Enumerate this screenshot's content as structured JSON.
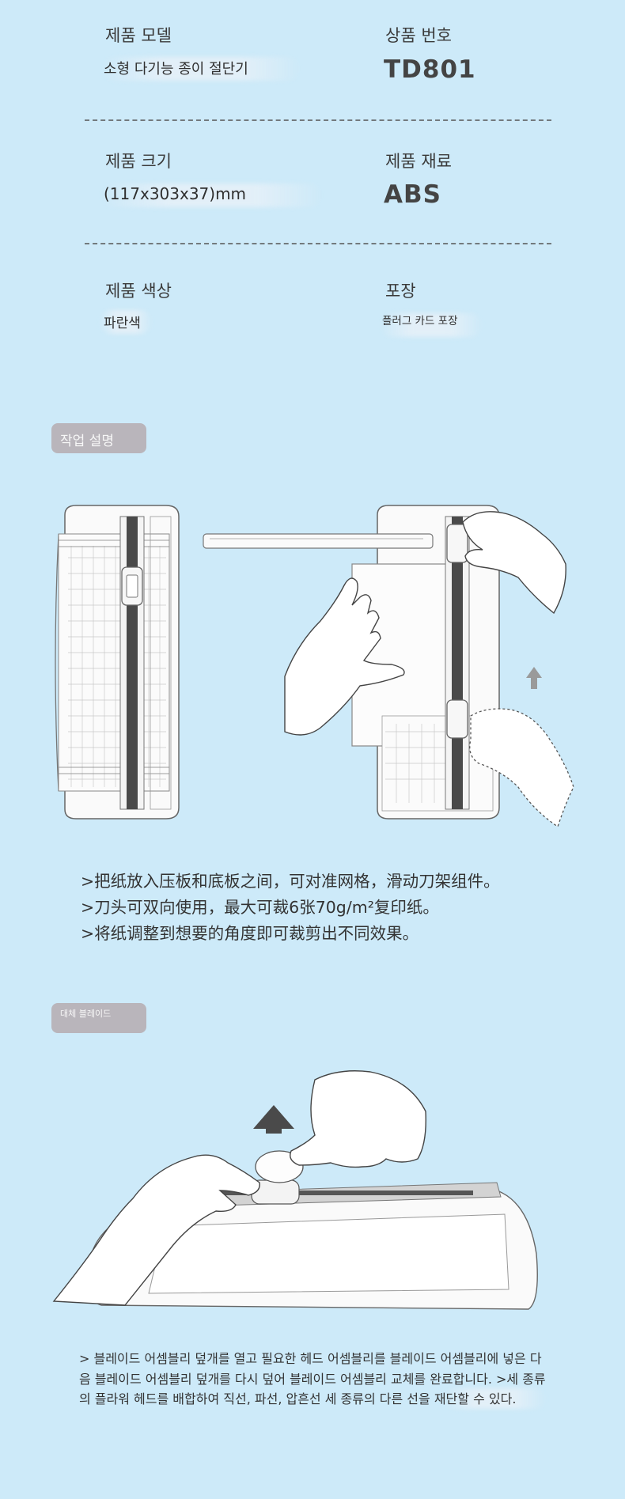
{
  "specs": {
    "model_label": "제품 모델",
    "model_value": "소형 다기능 종이 절단기",
    "number_label": "상품 번호",
    "number_value": "TD801",
    "size_label": "제품 크기",
    "size_value": "(117x303x37)mm",
    "material_label": "제품 재료",
    "material_value": "ABS",
    "color_label": "제품 색상",
    "color_value": "파란색",
    "packaging_label": "포장",
    "packaging_value": "플러그 카드 포장"
  },
  "operation": {
    "tag": "작업 설명",
    "lines": [
      ">把纸放入压板和底板之间，可对准网格，滑动刀架组件。",
      ">刀头可双向使用，最大可裁6张70g/m²复印纸。",
      ">将纸调整到想要的角度即可裁剪出不同效果。"
    ]
  },
  "replacement": {
    "tag": "대체 블레이드",
    "description": "> 블레이드 어셈블리 덮개를 열고 필요한 헤드 어셈블리를 블레이드 어셈블리에 넣은 다음 블레이드 어셈블리 덮개를 다시 덮어 블레이드 어셈블리 교체를 완료합니다. >세 종류의 플라워 헤드를 배합하여 직선, 파선, 압흔선 세 종류의 다른 선을 재단할 수 있다."
  },
  "icons": [
    "up-arrow-icon",
    "cutter-illustration",
    "hand-illustration"
  ],
  "colors": {
    "background": "#cdeaf9",
    "tag": "#b9b5bb",
    "rail": "#4a4a4a",
    "arrow": "#9a9a9a"
  }
}
